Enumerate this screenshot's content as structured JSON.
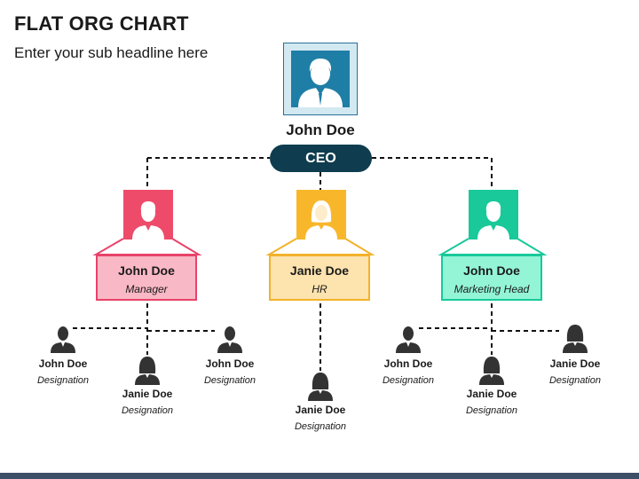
{
  "title": "FLAT ORG CHART",
  "subtitle": "Enter your sub headline here",
  "ceo": {
    "name": "John Doe",
    "role": "CEO",
    "color": "#0f3d4f"
  },
  "managers": [
    {
      "name": "John Doe",
      "role": "Manager",
      "gender": "male",
      "icon_color": "#ee4b6a",
      "box_fill": "#f9b8c5",
      "box_border": "#e8436a",
      "staff": [
        {
          "name": "John Doe",
          "designation": "Designation",
          "gender": "male"
        },
        {
          "name": "Janie Doe",
          "designation": "Designation",
          "gender": "female"
        },
        {
          "name": "John Doe",
          "designation": "Designation",
          "gender": "male"
        }
      ]
    },
    {
      "name": "Janie Doe",
      "role": "HR",
      "gender": "female",
      "icon_color": "#f8b72a",
      "box_fill": "#fde3ae",
      "box_border": "#f2b22a",
      "staff": [
        {
          "name": "Janie Doe",
          "designation": "Designation",
          "gender": "female"
        }
      ]
    },
    {
      "name": "John Doe",
      "role": "Marketing Head",
      "gender": "male",
      "icon_color": "#19c999",
      "box_fill": "#93f5d6",
      "box_border": "#17c99a",
      "staff": [
        {
          "name": "John Doe",
          "designation": "Designation",
          "gender": "male"
        },
        {
          "name": "Janie Doe",
          "designation": "Designation",
          "gender": "female"
        },
        {
          "name": "Janie Doe",
          "designation": "Designation",
          "gender": "female"
        }
      ]
    }
  ]
}
